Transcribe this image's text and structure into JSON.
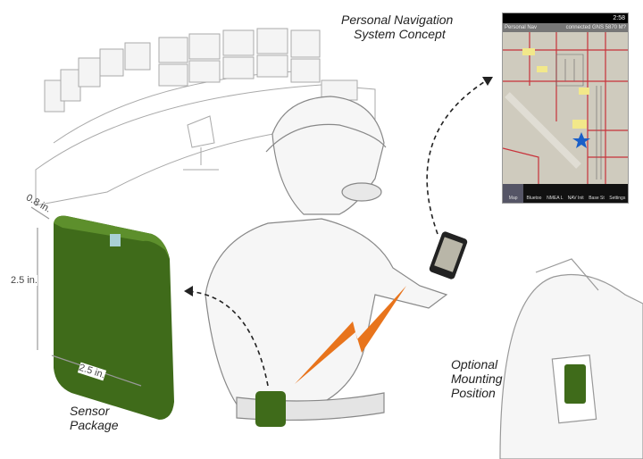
{
  "labels": {
    "concept_line1": "Personal Navigation",
    "concept_line2": "System Concept",
    "sensor_line1": "Sensor",
    "sensor_line2": "Package",
    "mounting_line1": "Optional",
    "mounting_line2": "Mounting",
    "mounting_line3": "Position"
  },
  "dimensions": {
    "depth": "0.8 in.",
    "height": "2.5 in.",
    "width": "2.5 in."
  },
  "phone": {
    "time": "2:58",
    "app_title": "Personal Nav",
    "status_text": "connected GNS 5870 M?",
    "tabs": [
      {
        "label": "Map"
      },
      {
        "label": "Bluetoo"
      },
      {
        "label": "NMEA L"
      },
      {
        "label": "NAV Init"
      },
      {
        "label": "Base St"
      },
      {
        "label": "Settings"
      }
    ]
  },
  "colors": {
    "sensor_green": "#3f6b1a",
    "bolt_orange": "#e8741c",
    "map_road": "#c8323a",
    "star_blue": "#1a5fc8"
  }
}
